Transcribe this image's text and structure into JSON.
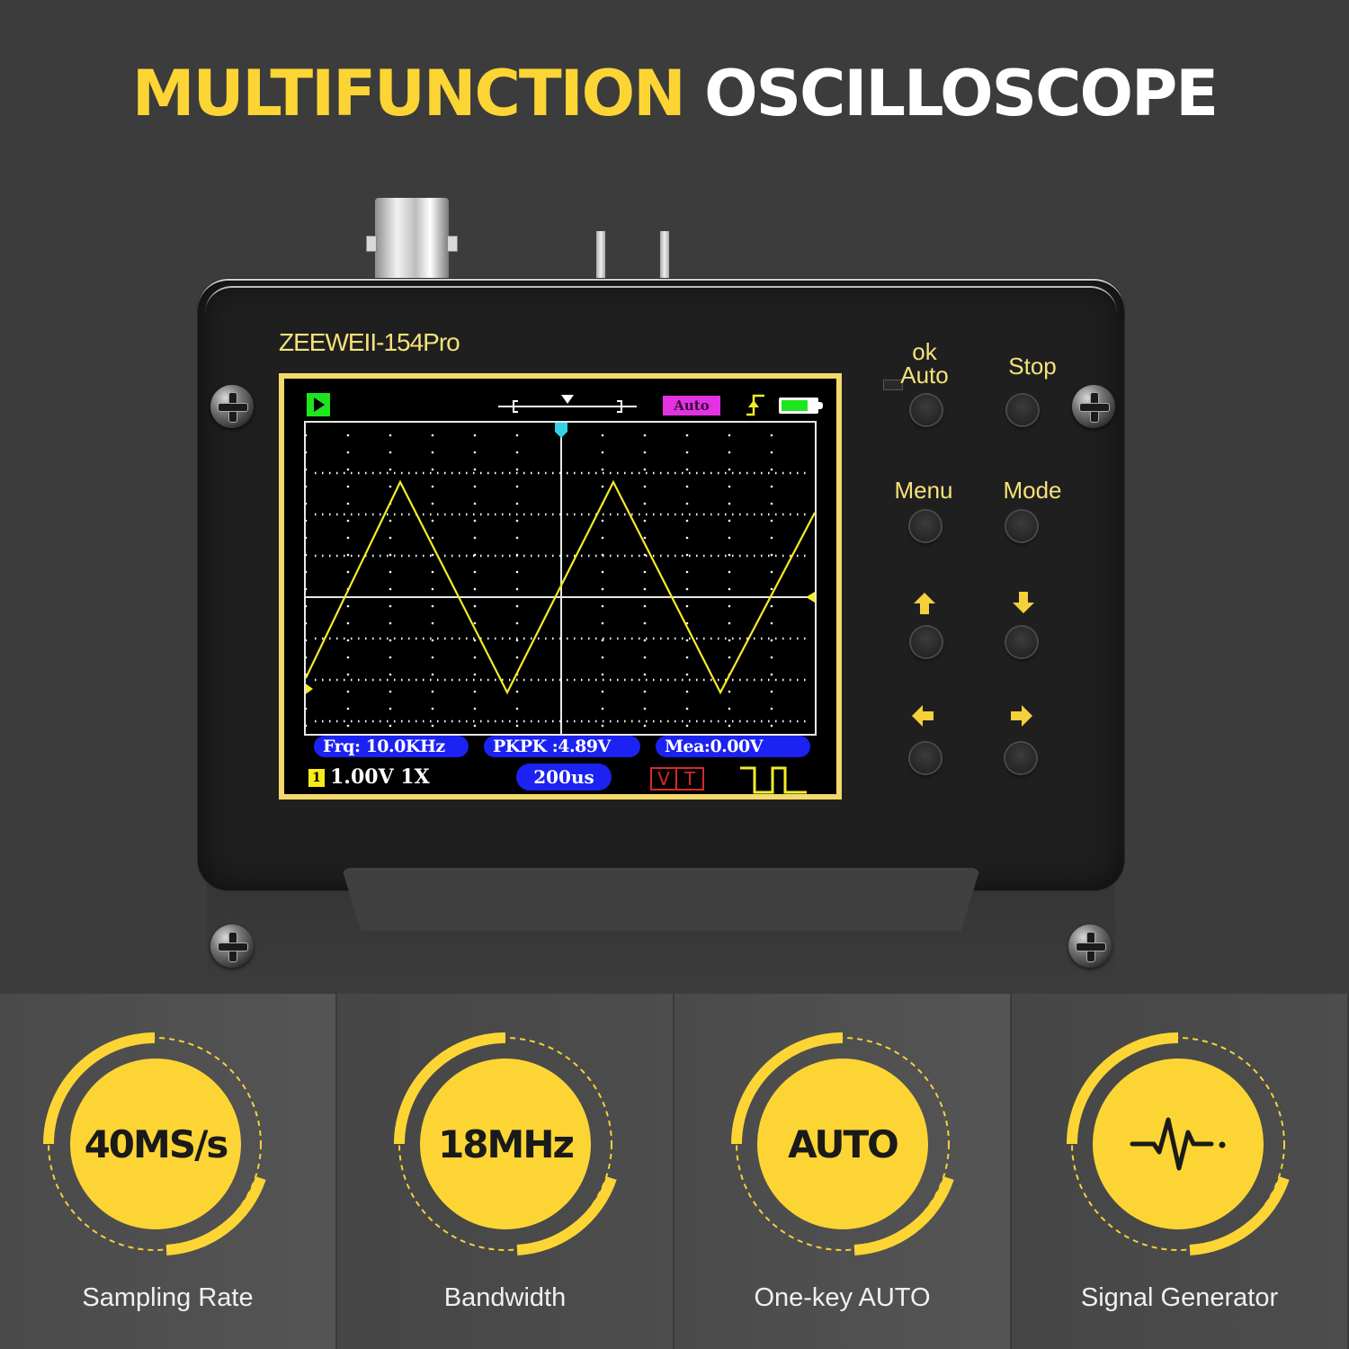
{
  "headline": {
    "part1": "MULTIFUNCTION",
    "part2": "OSCILLOSCOPE",
    "colors": {
      "accent": "#fcd535",
      "primary": "#ffffff",
      "background": "#3c3c3c"
    }
  },
  "device": {
    "model": "ZEEWEII-154Pro",
    "screen": {
      "run_icon": "play-icon",
      "trigger_mode": "Auto",
      "trigger_edge_icon": "rising-edge-icon",
      "battery_icon": "battery-icon",
      "measurements": {
        "frequency": "Frq: 10.0KHz",
        "peak_to_peak": "PKPK :4.89V",
        "mean": "Mea:0.00V"
      },
      "channel_badge": "1",
      "channel_scale": "1.00V  1X",
      "timebase": "200us",
      "vt_labels": [
        "V",
        "T"
      ],
      "signal_output_icon": "square-wave-icon",
      "colors": {
        "trace": "#f5ec2a",
        "badge_blue": "#1b22f2",
        "mode_magenta": "#e232e2",
        "run_green": "#1ee61e",
        "vt_red": "#d52a2a",
        "trigger_marker": "#35d2e6"
      }
    },
    "buttons": [
      {
        "label": "ok\nAuto",
        "label_line1": "ok",
        "label_line2": "Auto"
      },
      {
        "label": "Stop"
      },
      {
        "label": "Menu"
      },
      {
        "label": "Mode"
      },
      {
        "label": "",
        "icon": "arrow-up-icon"
      },
      {
        "label": "",
        "icon": "arrow-down-icon"
      },
      {
        "label": "",
        "icon": "arrow-left-icon"
      },
      {
        "label": "",
        "icon": "arrow-right-icon"
      }
    ]
  },
  "features": [
    {
      "value": "40MS/s",
      "caption": "Sampling Rate"
    },
    {
      "value": "18MHz",
      "caption": "Bandwidth"
    },
    {
      "value": "AUTO",
      "caption": "One-key AUTO"
    },
    {
      "value": "",
      "icon": "waveform-pulse-icon",
      "caption": "Signal Generator"
    }
  ],
  "chart_data": {
    "type": "line",
    "title": "Oscilloscope display - triangle wave",
    "xlabel": "time (200us/div)",
    "ylabel": "voltage (1.00V/div)",
    "grid": {
      "h_divisions": 12,
      "v_divisions": 8
    },
    "x": [
      0,
      2.2,
      4.7,
      7.2,
      9.7,
      12.1
    ],
    "values": [
      -2.0,
      2.45,
      -2.44,
      2.45,
      -2.44,
      1.8
    ],
    "frequency": "10.0KHz",
    "peak_to_peak": "4.89V",
    "mean": "0.00V"
  }
}
